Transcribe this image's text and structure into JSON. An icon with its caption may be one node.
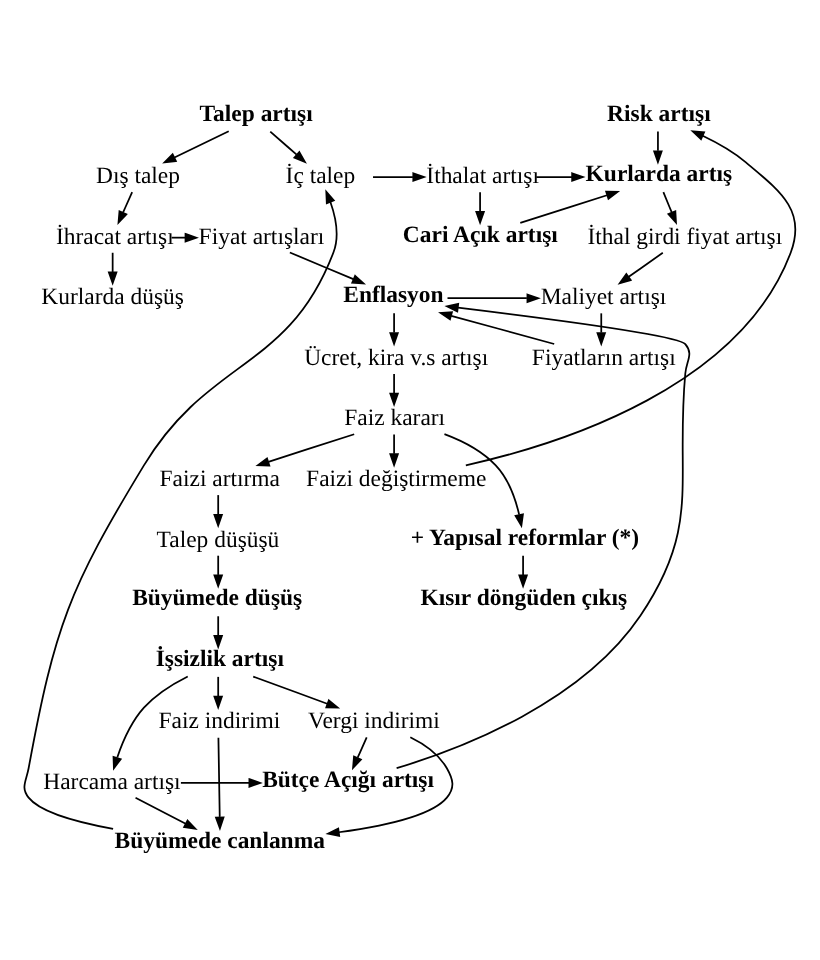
{
  "diagram": {
    "nodes": [
      {
        "text": [
          "Talep artışı"
        ]
      },
      {
        "text": [
          "Dış talep"
        ]
      },
      {
        "text": [
          "İç talep"
        ]
      },
      {
        "text": [
          "İthalat artışı"
        ]
      },
      {
        "text": [
          "Risk artışı"
        ]
      },
      {
        "text": [
          "Kurlarda artış"
        ]
      },
      {
        "text": [
          "İhracat artışı"
        ]
      },
      {
        "text": [
          "Fiyat artışları"
        ]
      },
      {
        "text": [
          "Cari Açık artışı"
        ]
      },
      {
        "text": [
          "İthal girdi fiyat artışı"
        ]
      },
      {
        "text": [
          "Kurlarda düşüş"
        ]
      },
      {
        "text": [
          "Enflasyon"
        ]
      },
      {
        "text": [
          "Maliyet artışı"
        ]
      },
      {
        "text": [
          "Fiyatların artışı"
        ]
      },
      {
        "text": [
          "Ücret, kira v.s artışı"
        ]
      },
      {
        "text": [
          "Faiz kararı"
        ]
      },
      {
        "text": [
          "Faizi artırma"
        ]
      },
      {
        "text": [
          "Faizi değiştirmeme"
        ]
      },
      {
        "text": [
          "+ Yapısal reformlar (*)"
        ]
      },
      {
        "text": [
          "Talep düşüşü"
        ]
      },
      {
        "text": [
          "Kısır döngüden çıkış"
        ]
      },
      {
        "text": [
          "Büyümede düşüş"
        ]
      },
      {
        "text": [
          "İşsizlik artışı"
        ]
      },
      {
        "text": [
          "Faiz indirimi"
        ]
      },
      {
        "text": [
          "Vergi indirimi"
        ]
      },
      {
        "text": [
          "Bütçe Açığı artışı"
        ]
      },
      {
        "text": [
          "Harcama artışı"
        ]
      },
      {
        "text": [
          "Büyümede canlanma"
        ]
      }
    ],
    "edges": [
      {
        "from": 0,
        "to": 1,
        "arrow": "to"
      },
      {
        "from": 0,
        "to": 2,
        "arrow": "to"
      },
      {
        "from": 2,
        "to": 3,
        "arrow": "to"
      },
      {
        "from": 3,
        "to": 5,
        "arrow": "to"
      },
      {
        "from": 4,
        "to": 5,
        "arrow": "to"
      },
      {
        "from": 1,
        "to": 6,
        "arrow": "to"
      },
      {
        "from": 6,
        "to": 7,
        "arrow": "to"
      },
      {
        "from": 3,
        "to": 8,
        "arrow": "to"
      },
      {
        "from": 8,
        "to": 5,
        "arrow": "to"
      },
      {
        "from": 5,
        "to": 9,
        "arrow": "to"
      },
      {
        "from": 6,
        "to": 10,
        "arrow": "to"
      },
      {
        "from": 7,
        "to": 11,
        "arrow": "to"
      },
      {
        "from": 11,
        "to": 12,
        "arrow": "to"
      },
      {
        "from": 9,
        "to": 12,
        "arrow": "to"
      },
      {
        "from": 12,
        "to": 13,
        "arrow": "to"
      },
      {
        "from": 13,
        "to": 11,
        "arrow": "to"
      },
      {
        "from": 25,
        "to": 11,
        "arrow": "to"
      },
      {
        "from": 11,
        "to": 14,
        "arrow": "to"
      },
      {
        "from": 14,
        "to": 15,
        "arrow": "to"
      },
      {
        "from": 15,
        "to": 16,
        "arrow": "to"
      },
      {
        "from": 15,
        "to": 17,
        "arrow": "to"
      },
      {
        "from": 15,
        "to": 18,
        "arrow": "to"
      },
      {
        "from": 17,
        "to": 4,
        "arrow": "to"
      },
      {
        "from": 16,
        "to": 19,
        "arrow": "to"
      },
      {
        "from": 18,
        "to": 20,
        "arrow": "to"
      },
      {
        "from": 19,
        "to": 21,
        "arrow": "to"
      },
      {
        "from": 21,
        "to": 22,
        "arrow": "to"
      },
      {
        "from": 22,
        "to": 23,
        "arrow": "to"
      },
      {
        "from": 22,
        "to": 24,
        "arrow": "to"
      },
      {
        "from": 22,
        "to": 26,
        "arrow": "to"
      },
      {
        "from": 23,
        "to": 27,
        "arrow": "to"
      },
      {
        "from": 24,
        "to": 27,
        "arrow": "to"
      },
      {
        "from": 24,
        "to": 25,
        "arrow": "to"
      },
      {
        "from": 26,
        "to": 25,
        "arrow": "to"
      },
      {
        "from": 26,
        "to": 27,
        "arrow": "to"
      },
      {
        "from": 27,
        "to": 2,
        "arrow": "to"
      }
    ]
  }
}
